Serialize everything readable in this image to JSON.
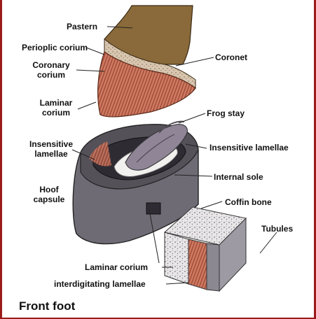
{
  "caption": "Front foot",
  "labels": {
    "pastern": "Pastern",
    "perioplic_corium": "Perioplic corium",
    "coronary_corium": [
      "Coronary",
      "corium"
    ],
    "coronet": "Coronet",
    "laminar_corium_top": [
      "Laminar",
      "corium"
    ],
    "frog_stay": "Frog stay",
    "insensitive_lamellae_left": [
      "Insensitive",
      "lamellae"
    ],
    "insensitive_lamellae_right": "Insensitive lamellae",
    "internal_sole": "Internal sole",
    "hoof_capsule": [
      "Hoof",
      "capsule"
    ],
    "coffin_bone": "Coffin bone",
    "tubules": "Tubules",
    "laminar_corium_bottom": "Laminar corium",
    "interdigitating_lamellae": "interdigitating lamellae"
  },
  "colors": {
    "pastern": "#8a6a3a",
    "coronary_band": "#c9b39a",
    "laminar_corium": "#c8705a",
    "hoof_wall": "#6f6b75",
    "sole": "#2f2b33",
    "frog": "#8f8597",
    "frame": "#9b1b1b"
  }
}
